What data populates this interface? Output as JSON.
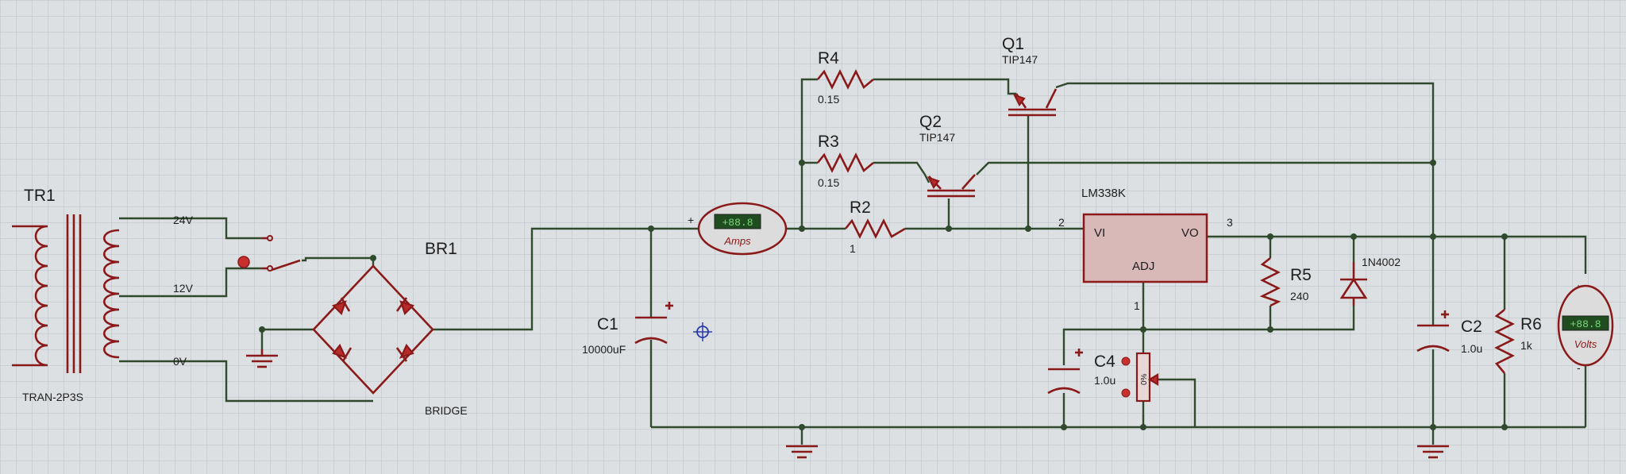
{
  "transformer": {
    "ref": "TR1",
    "model": "TRAN-2P3S",
    "tap_high": "24V",
    "tap_mid": "12V",
    "tap_low": "0V"
  },
  "bridge": {
    "ref": "BR1",
    "model": "BRIDGE"
  },
  "c1": {
    "ref": "C1",
    "value": "10000uF"
  },
  "ammeter": {
    "display": "+88.8",
    "unit": "Amps"
  },
  "voltmeter": {
    "display": "+88.8",
    "unit": "Volts"
  },
  "r4": {
    "ref": "R4",
    "value": "0.15"
  },
  "r3": {
    "ref": "R3",
    "value": "0.15"
  },
  "r2": {
    "ref": "R2",
    "value": "1"
  },
  "q1": {
    "ref": "Q1",
    "model": "TIP147"
  },
  "q2": {
    "ref": "Q2",
    "model": "TIP147"
  },
  "regulator": {
    "ref": "LM338K",
    "pin_vi": "VI",
    "pin_vo": "VO",
    "pin_adj": "ADJ",
    "pin2": "2",
    "pin3": "3",
    "pin1": "1"
  },
  "r5": {
    "ref": "R5",
    "value": "240"
  },
  "d1": {
    "ref": "1N4002"
  },
  "c4": {
    "ref": "C4",
    "value": "1.0u"
  },
  "pot": {
    "label": "0%"
  },
  "c2": {
    "ref": "C2",
    "value": "1.0u"
  },
  "r6": {
    "ref": "R6",
    "value": "1k"
  },
  "colors": {
    "wire": "#2f4a2c",
    "component": "#8a1a1a",
    "grid": "#b8bec4",
    "background": "#dde0e2"
  }
}
